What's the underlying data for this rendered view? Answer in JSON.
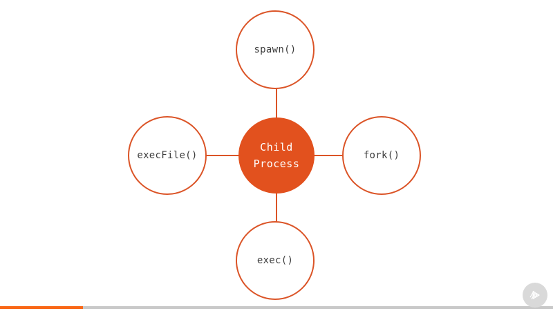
{
  "diagram": {
    "center": {
      "label_line1": "Child",
      "label_line2": "Process"
    },
    "nodes": [
      {
        "id": "spawn",
        "position": "top",
        "label": "spawn()"
      },
      {
        "id": "fork",
        "position": "right",
        "label": "fork()"
      },
      {
        "id": "exec",
        "position": "bottom",
        "label": "exec()"
      },
      {
        "id": "execfile",
        "position": "left",
        "label": "execFile()"
      }
    ]
  },
  "colors": {
    "center_fill": "#E2511E",
    "outline_stroke": "#DB5427",
    "node_text": "#3C3C3C",
    "center_text": "#FFFFFF",
    "progress_fill": "#F96716",
    "progress_track": "#C9C9C9",
    "play_button_bg": "#D9D9D9"
  },
  "player": {
    "progress_percent": 15,
    "play_icon": "pluralsight-play-icon"
  }
}
